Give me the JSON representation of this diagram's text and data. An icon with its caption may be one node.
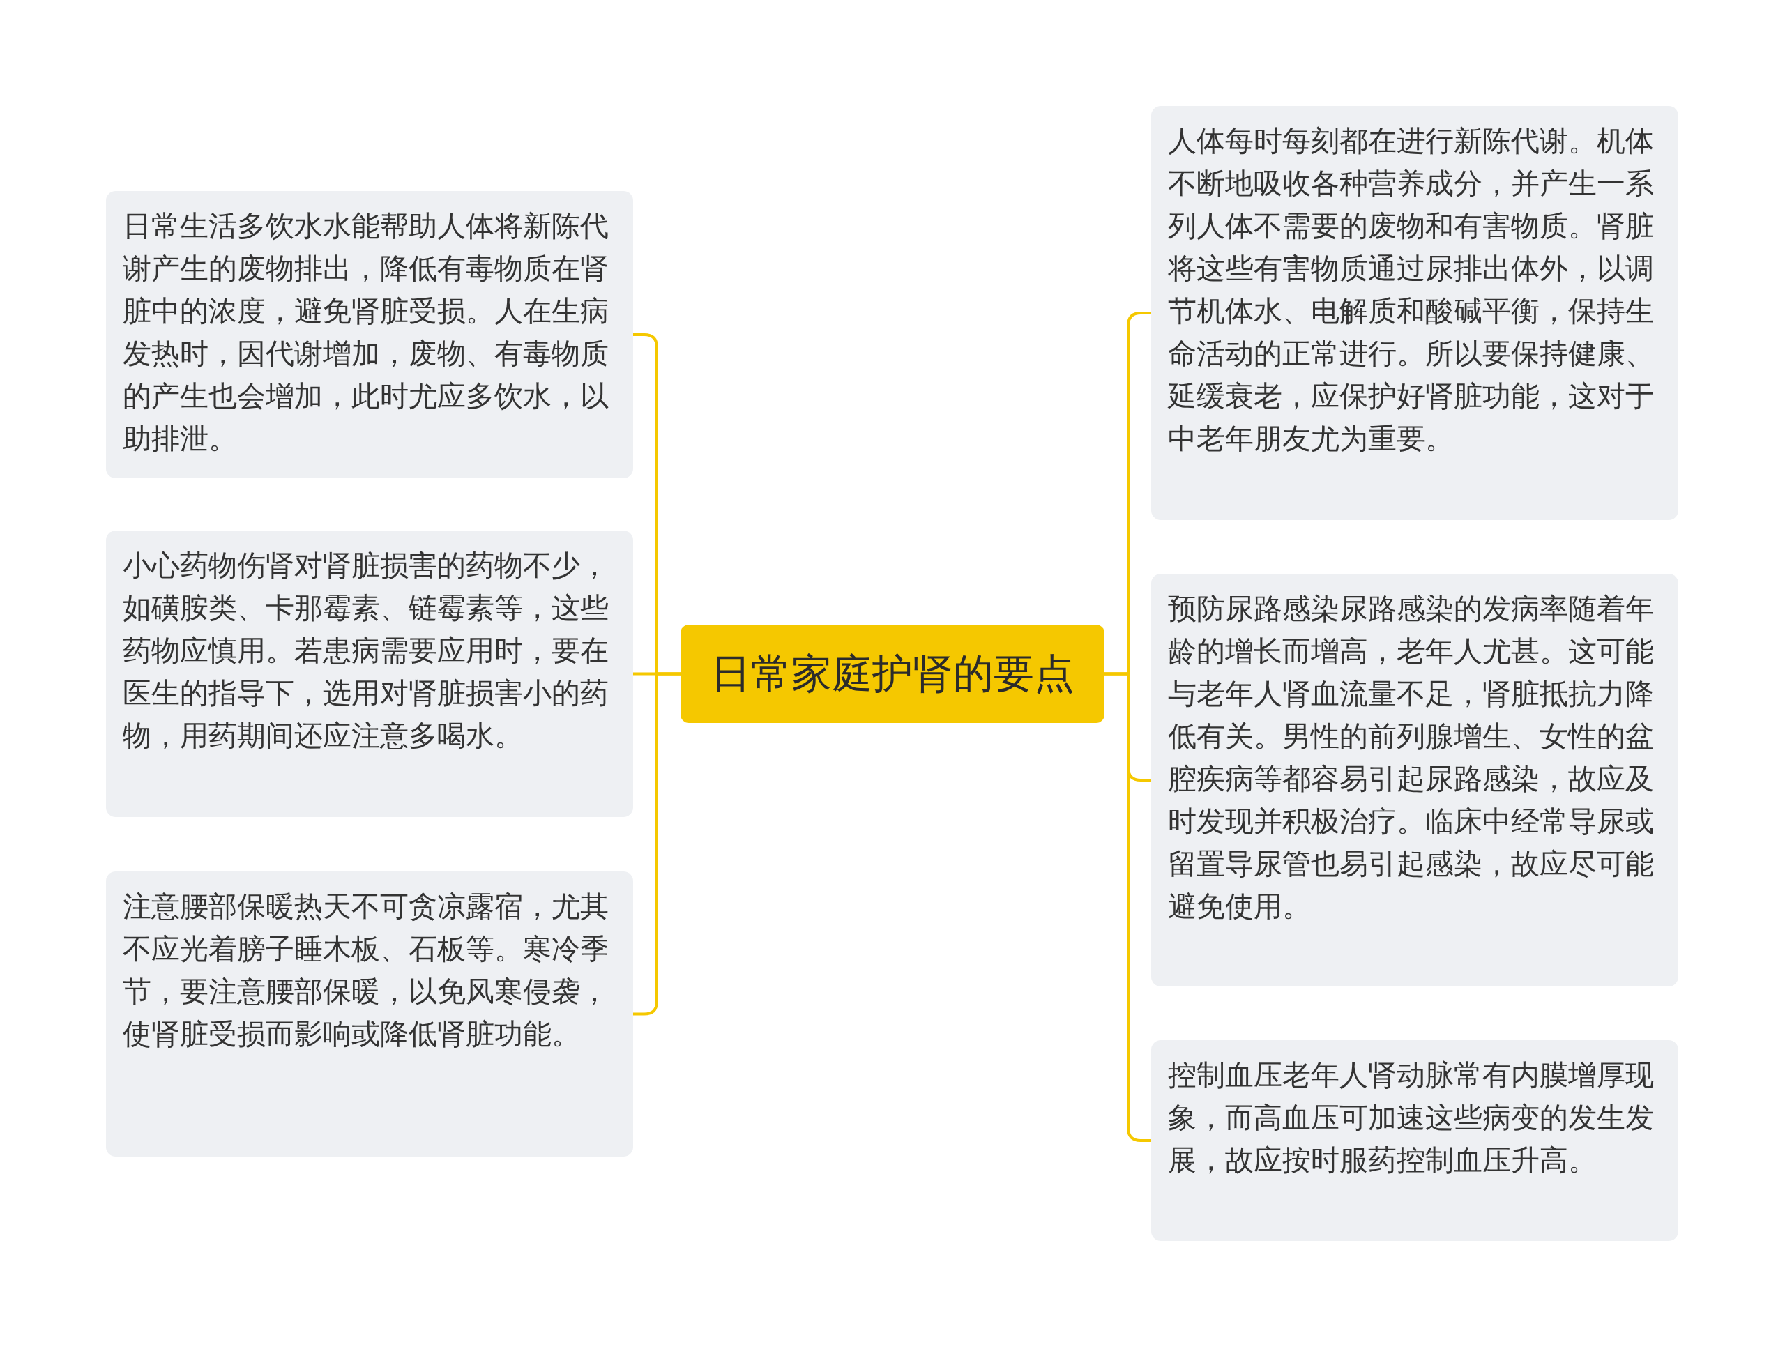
{
  "diagram": {
    "nodes": [
      {
        "text": [
          "日常家庭护肾的要点"
        ]
      },
      {
        "text": [
          "日常生活多饮水水能帮助人体将新陈代谢产生的废物排出，降低有毒物质在肾脏中的浓度，避免肾脏受损。人在生病发热时，因代谢增加，废物、有毒物质的产生也会增加，此时尤应多饮水，以助排泄。"
        ]
      },
      {
        "text": [
          "小心药物伤肾对肾脏损害的药物不少，如磺胺类、卡那霉素、链霉素等，这些药物应慎用。若患病需要应用时，要在医生的指导下，选用对肾脏损害小的药物，用药期间还应注意多喝水。"
        ]
      },
      {
        "text": [
          "注意腰部保暖热天不可贪凉露宿，尤其不应光着膀子睡木板、石板等。寒冷季节，要注意腰部保暖，以免风寒侵袭，使肾脏受损而影响或降低肾脏功能。"
        ]
      },
      {
        "text": [
          "人体每时每刻都在进行新陈代谢。机体不断地吸收各种营养成分，并产生一系列人体不需要的废物和有害物质。肾脏将这些有害物质通过尿排出体外，以调节机体水、电解质和酸碱平衡，保持生命活动的正常进行。所以要保持健康、延缓衰老，应保护好肾脏功能，这对于中老年朋友尤为重要。"
        ]
      },
      {
        "text": [
          "预防尿路感染尿路感染的发病率随着年龄的增长而增高，老年人尤甚。这可能与老年人肾血流量不足，肾脏抵抗力降低有关。男性的前列腺增生、女性的盆腔疾病等都容易引起尿路感染，故应及时发现并积极治疗。临床中经常导尿或留置导尿管也易引起感染，故应尽可能避免使用。"
        ]
      },
      {
        "text": [
          "控制血压老年人肾动脉常有内膜增厚现象，而高血压可加速这些病变的发生发展，故应按时服药控制血压升高。"
        ]
      }
    ],
    "edges": [
      {
        "from": 0,
        "to": 1,
        "arrow": "none"
      },
      {
        "from": 0,
        "to": 2,
        "arrow": "none"
      },
      {
        "from": 0,
        "to": 3,
        "arrow": "none"
      },
      {
        "from": 0,
        "to": 4,
        "arrow": "none"
      },
      {
        "from": 0,
        "to": 5,
        "arrow": "none"
      },
      {
        "from": 0,
        "to": 6,
        "arrow": "none"
      }
    ]
  }
}
